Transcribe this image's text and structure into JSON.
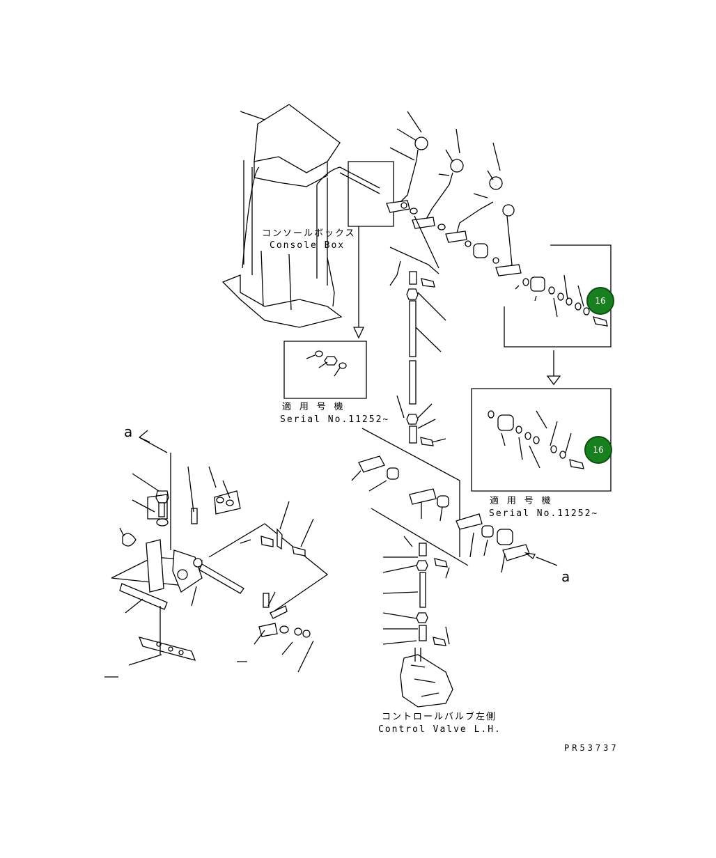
{
  "diagram": {
    "console_box_jp": "コンソールボックス",
    "console_box_en": "Console Box",
    "serial_jp_1": "適 用 号 機",
    "serial_en_1": "Serial No.11252~",
    "serial_jp_2": "適 用 号 機",
    "serial_en_2": "Serial No.11252~",
    "control_valve_jp": "コントロールバルブ左側",
    "control_valve_en": "Control Valve L.H.",
    "ref_letter_a_top": "a",
    "ref_letter_a_right": "a",
    "drawing_code": "PR53737",
    "badges": [
      {
        "id": "badge-16-top",
        "text": "16"
      },
      {
        "id": "badge-16-bottom",
        "text": "16"
      }
    ],
    "colors": {
      "badge": "#18801f",
      "line": "#000000",
      "background": "#ffffff"
    }
  }
}
